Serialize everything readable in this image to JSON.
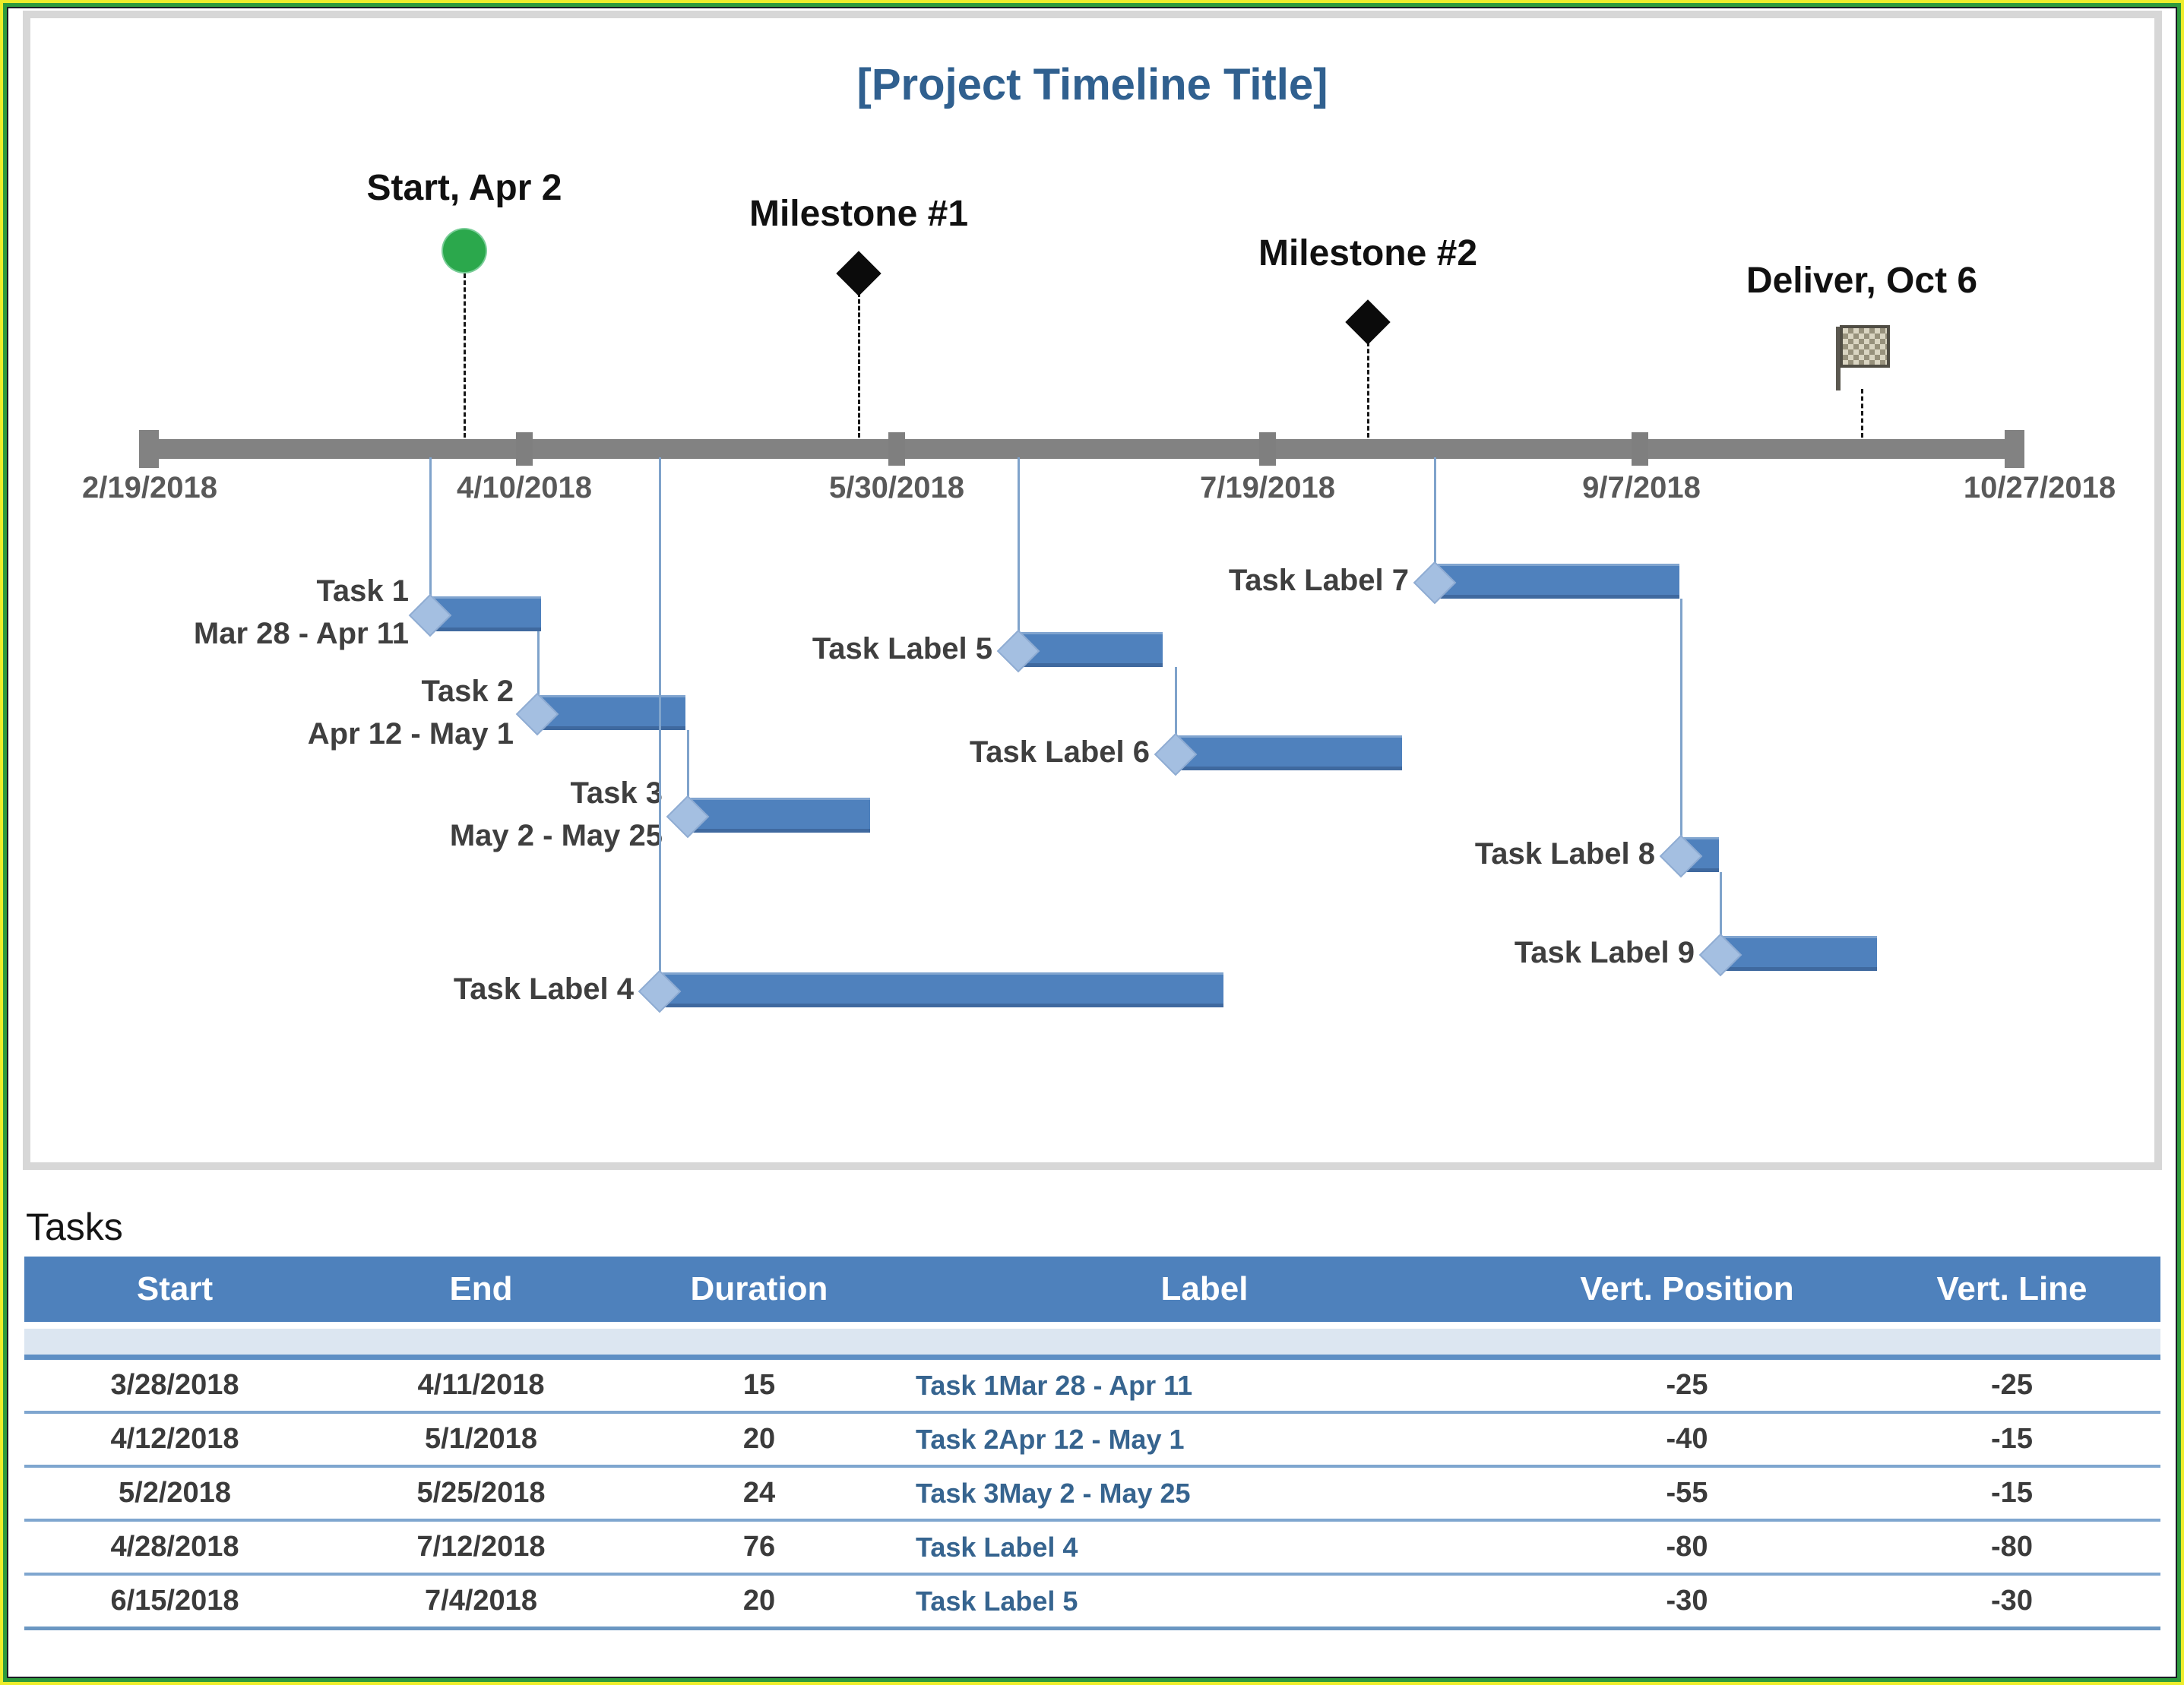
{
  "page": {
    "border_colors": {
      "outer": "#EDED2B",
      "middle": "#2E9B3D",
      "inner": "#1B1B24"
    },
    "panel_border_color": "#D7D7D7"
  },
  "chart_data": [
    {
      "type": "timeline",
      "title": "[Project Timeline Title]",
      "title_color": "#30608F",
      "axis": {
        "tick_labels": [
          "2/19/2018",
          "4/10/2018",
          "5/30/2018",
          "7/19/2018",
          "9/7/2018",
          "10/27/2018"
        ],
        "range": [
          "2/19/2018",
          "10/27/2018"
        ],
        "interval_days": 50,
        "color": "#828282"
      },
      "milestones": [
        {
          "label": "Start, Apr 2",
          "marker": "circle-icon",
          "color": "#2BA84C"
        },
        {
          "label": "Milestone #1",
          "marker": "diamond-icon",
          "color": "#0B0B0B"
        },
        {
          "label": "Milestone #2",
          "marker": "diamond-icon",
          "color": "#0B0B0B"
        },
        {
          "label": "Deliver, Oct 6",
          "marker": "flag-icon",
          "color": "#97917C"
        }
      ],
      "tasks": [
        {
          "label": "Task 1",
          "dates": "Mar 28 - Apr 11"
        },
        {
          "label": "Task 2",
          "dates": "Apr 12 - May 1"
        },
        {
          "label": "Task 3",
          "dates": "May 2 - May 25"
        },
        {
          "label": "Task Label 4",
          "dates": ""
        },
        {
          "label": "Task Label 5",
          "dates": ""
        },
        {
          "label": "Task Label 6",
          "dates": ""
        },
        {
          "label": "Task Label 7",
          "dates": ""
        },
        {
          "label": "Task Label 8",
          "dates": ""
        },
        {
          "label": "Task Label 9",
          "dates": ""
        }
      ],
      "bar_color": "#4F81BD",
      "marker_color": "#A4BFE1"
    },
    {
      "type": "table",
      "heading": "Tasks",
      "columns": [
        "Start",
        "End",
        "Duration",
        "Label",
        "Vert. Position",
        "Vert. Line"
      ],
      "rows": [
        [
          "3/28/2018",
          "4/11/2018",
          "15",
          "Task 1Mar 28 - Apr 11",
          "-25",
          "-25"
        ],
        [
          "4/12/2018",
          "5/1/2018",
          "20",
          "Task 2Apr 12 - May 1",
          "-40",
          "-15"
        ],
        [
          "5/2/2018",
          "5/25/2018",
          "24",
          "Task 3May 2 - May 25",
          "-55",
          "-15"
        ],
        [
          "4/28/2018",
          "7/12/2018",
          "76",
          "Task Label 4",
          "-80",
          "-80"
        ],
        [
          "6/15/2018",
          "7/4/2018",
          "20",
          "Task Label 5",
          "-30",
          "-30"
        ]
      ],
      "header_bg": "#4E81BC",
      "header_text_color": "#FFFFFF",
      "label_text_color": "#36648F"
    }
  ]
}
